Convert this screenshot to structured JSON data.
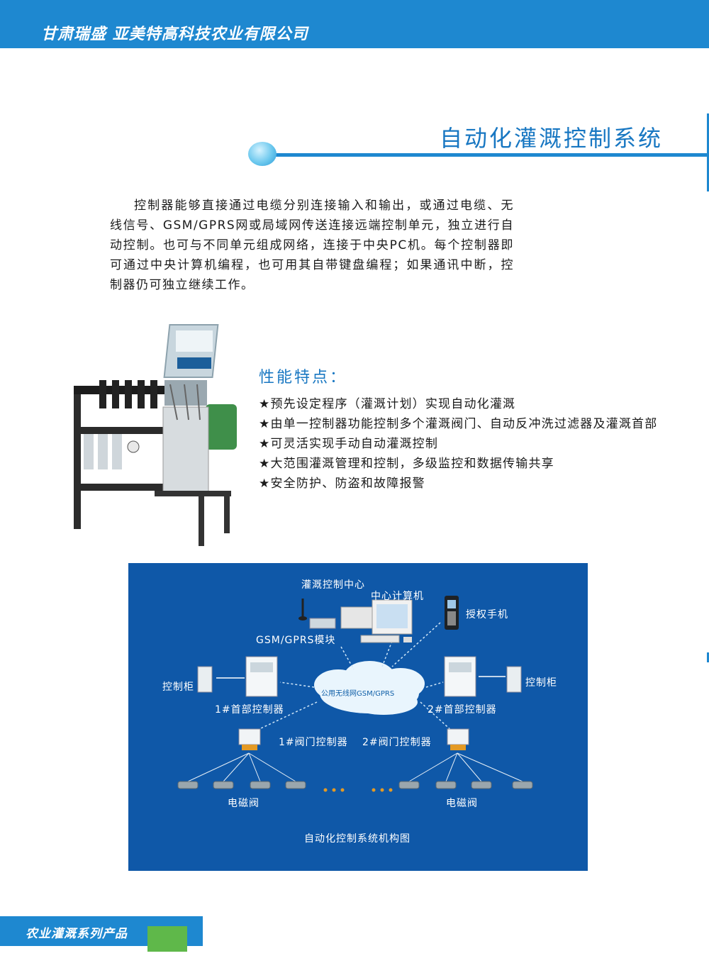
{
  "header": {
    "company": "甘肃瑞盛 亚美特高科技农业有限公司"
  },
  "section": {
    "title": "自动化灌溉控制系统"
  },
  "intro": "控制器能够直接通过电缆分别连接输入和输出，或通过电缆、无线信号、GSM/GPRS网或局域网传送连接远端控制单元，独立进行自动控制。也可与不同单元组成网络，连接于中央PC机。每个控制器即可通过中央计算机编程，也可用其自带键盘编程；如果通讯中断，控制器仍可独立继续工作。",
  "features": {
    "title": "性能特点：",
    "items": [
      "★预先设定程序（灌溉计划）实现自动化灌溉",
      "★由单一控制器功能控制多个灌溉阀门、自动反冲洗过滤器及灌溉首部",
      "★可灵活实现手动自动灌溉控制",
      "★大范围灌溉管理和控制，多级监控和数据传输共享",
      "★安全防护、防盗和故障报警"
    ]
  },
  "diagram": {
    "control_center": "灌溉控制中心",
    "central_computer": "中心计算机",
    "phone": "授权手机",
    "gsm_module": "GSM/GPRS模块",
    "cloud": "公用无线网GSM/GPRS",
    "cabinet_left": "控制柜",
    "cabinet_right": "控制柜",
    "head_controller_1": "1#首部控制器",
    "head_controller_2": "2#首部控制器",
    "valve_controller_1": "1#阀门控制器",
    "valve_controller_2": "2#阀门控制器",
    "solenoid_left": "电磁阀",
    "solenoid_right": "电磁阀",
    "caption": "自动化控制系统机构图"
  },
  "footer": {
    "label": "农业灌溉系列产品"
  },
  "colors": {
    "brand_blue": "#1e88d0",
    "diagram_bg": "#0f58a8",
    "accent_green": "#5fb84a"
  }
}
